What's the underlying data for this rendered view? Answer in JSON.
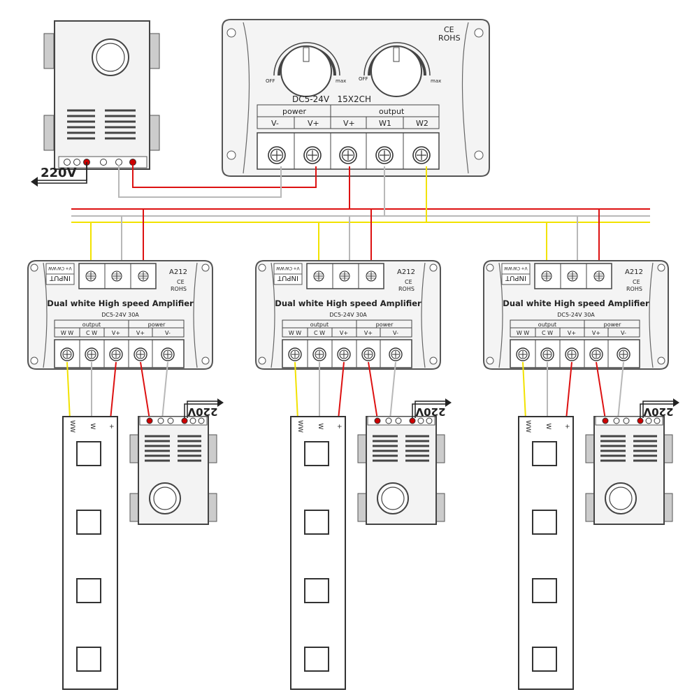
{
  "colors": {
    "red": "#dd1111",
    "yellow": "#f2e200",
    "gray": "#b8b8b8",
    "outline": "#555555",
    "fill": "#f2f2f2",
    "terminal_red": "#cc0000"
  },
  "supply_top": {
    "voltage": "220V"
  },
  "controller": {
    "cert_ce": "CE",
    "cert_rohs": "ROHS",
    "knob_off": "OFF",
    "knob_max": "max",
    "spec": "DC5-24V   15X2CH",
    "group_power": "power",
    "group_output": "output",
    "terminals": [
      "V-",
      "V+",
      "V+",
      "W1",
      "W2"
    ]
  },
  "amplifier": {
    "model": "A212",
    "cert_ce": "CE",
    "cert_rohs": "ROHS",
    "title": "Dual white High speed Amplifier",
    "spec": "DC5-24V   30A",
    "input_label": "INPUT",
    "input_pins": [
      "V+",
      "CW",
      "WW"
    ],
    "group_output": "output",
    "group_power": "power",
    "terminals": [
      "W W",
      "C W",
      "V+",
      "V+",
      "V-"
    ]
  },
  "strip": {
    "labels": [
      "WW",
      "W",
      "+"
    ]
  },
  "supply_bottom": {
    "voltage": "220V"
  }
}
